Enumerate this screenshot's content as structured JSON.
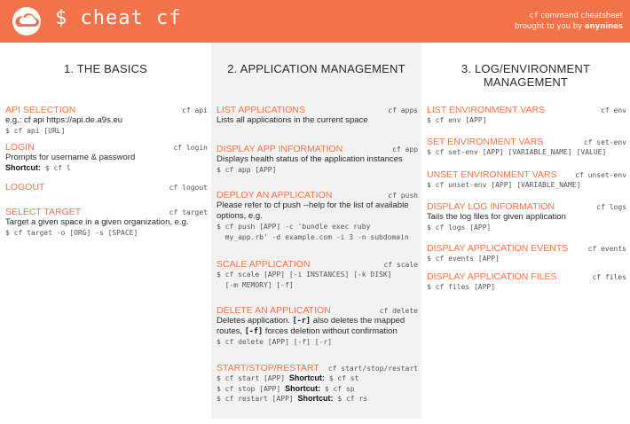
{
  "header": {
    "title": "$ cheat cf",
    "line1_cmd": "cf",
    "line1_text": "command cheatsheet",
    "line2_text": "brought to you by",
    "line2_brand": "anynines",
    "logo": "cloud-icon",
    "accent": "#f2734a"
  },
  "col1": {
    "title": "1. THE BASICS",
    "api": {
      "title": "API SELECTION",
      "cmd": "cf api",
      "text": "e.g.: cf api https://api.de.a9s.eu",
      "code": "$ cf api [URL]"
    },
    "login": {
      "title": "LOGIN",
      "cmd": "cf login",
      "text": "Prompts for username & password",
      "shortcut_label": "Shortcut:",
      "shortcut": "$ cf l"
    },
    "logout": {
      "title": "LOGOUT",
      "cmd": "cf logout"
    },
    "target": {
      "title": "SELECT TARGET",
      "cmd": "cf target",
      "text": "Target a given space in a given organization, e.g.",
      "code": "$ cf target -o [ORG] -s [SPACE]"
    }
  },
  "col2": {
    "title": "2. APPLICATION MANAGEMENT",
    "list": {
      "title": "LIST APPLICATIONS",
      "cmd": "cf apps",
      "text": "Lists all applications in the current space"
    },
    "display": {
      "title": "DISPLAY APP INFORMATION",
      "cmd": "cf app",
      "text": "Displays health status of the application instances",
      "code": "$ cf app [APP]"
    },
    "deploy": {
      "title": "DEPLOY AN APPLICATION",
      "cmd": "cf push",
      "text1": "Please refer to cf push --help for the list of available",
      "text2": "options, e.g.",
      "code1": "$ cf push [APP] -c 'bundle exec ruby",
      "code2": "  my_app.rb' -d example.com -i 3 -n subdomain"
    },
    "scale": {
      "title": "SCALE APPLICATION",
      "cmd": "cf scale",
      "code1": "$ cf scale [APP] [-i INSTANCES] [-k DISK]",
      "code2": "  [-m MEMORY] [-f]"
    },
    "delete": {
      "title": "DELETE AN APPLICATION",
      "cmd": "cf delete",
      "t1": "Deletes application.",
      "r": "[-r]",
      "t2": "also deletes the mapped",
      "t3": "routes,",
      "f": "[-f]",
      "t4": "forces deletion without confirmation",
      "code": "$ cf delete [APP] [-f] [-r]"
    },
    "ssr": {
      "title": "START/STOP/RESTART",
      "cmd": "cf start/stop/restart",
      "shortcut_label": "Shortcut:",
      "start": "$ cf start [APP]",
      "start_sc": "$ cf st",
      "stop": "$ cf stop [APP]",
      "stop_sc": "$ cf sp",
      "restart": "$ cf restart [APP]",
      "restart_sc": "$ cf rs"
    }
  },
  "col3": {
    "title": "3. LOG/ENVIRONMENT MANAGEMENT",
    "listenv": {
      "title": "LIST ENVIRONMENT VARS",
      "cmd": "cf env",
      "code": "$ cf env [APP]"
    },
    "setenv": {
      "title": "SET ENVIRONMENT VARS",
      "cmd": "cf set-env",
      "code": "$ cf set-env [APP] [VARIABLE_NAME] [VALUE]"
    },
    "unsetenv": {
      "title": "UNSET ENVIRONMENT VARS",
      "cmd": "cf unset-env",
      "code": "$ cf unset-env [APP] [VARIABLE_NAME]"
    },
    "logs": {
      "title": "DISPLAY LOG INFORMATION",
      "cmd": "cf logs",
      "text": "Tails the log files for given application",
      "code": "$ cf logs [APP]"
    },
    "events": {
      "title": "DISPLAY APPLICATION EVENTS",
      "cmd": "cf events",
      "code": "$ cf events [APP]"
    },
    "files": {
      "title": "DISPLAY APPLICATION FILES",
      "cmd": "cf files",
      "code": "$ cf files [APP]"
    }
  }
}
